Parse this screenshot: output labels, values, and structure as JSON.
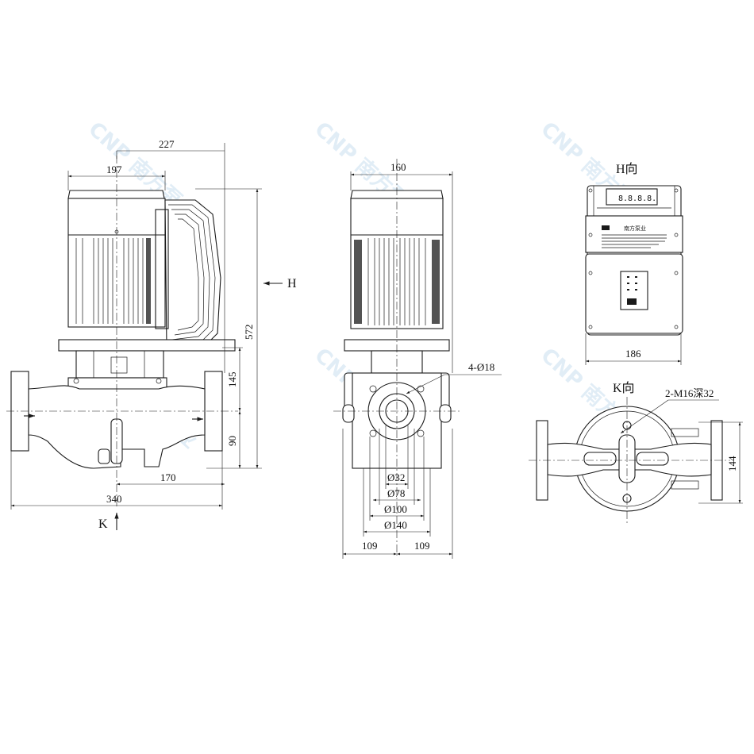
{
  "watermark": {
    "text": "CNP 南方泵业",
    "color": "#c9dff0"
  },
  "front_view": {
    "dims": {
      "d227": "227",
      "d197": "197",
      "d572": "572",
      "d145": "145",
      "d90": "90",
      "d170": "170",
      "d340": "340"
    },
    "arrow_h": "H",
    "arrow_k": "K"
  },
  "side_view": {
    "dims": {
      "d160": "160",
      "holes": "4-Ø18",
      "d32": "Ø32",
      "d78": "Ø78",
      "d100": "Ø100",
      "d140": "Ø140",
      "d109_left": "109",
      "d109_right": "109"
    }
  },
  "h_view": {
    "title": "H向",
    "display": "8.8.8.8.",
    "brand": "南方泵业",
    "dim186": "186"
  },
  "k_view": {
    "title": "K向",
    "thread": "2-M16深32",
    "dim144": "144"
  }
}
